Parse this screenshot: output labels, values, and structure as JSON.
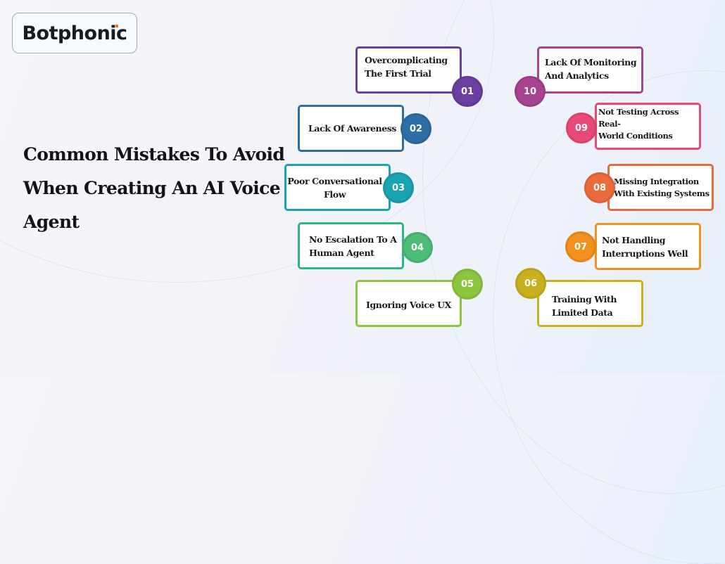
{
  "brand": {
    "logo_text": "Botphonic",
    "logo_accent_color": "#f07a1a"
  },
  "title": {
    "line1": "Common Mistakes To Avoid",
    "line2": "When Creating An AI Voice",
    "line3": "Agent"
  },
  "mistakes": [
    {
      "number": "01",
      "line1": "Overcomplicating",
      "line2": "The First Trial",
      "color": "#6a3fa0"
    },
    {
      "number": "02",
      "line1": "Lack Of Awareness",
      "line2": "",
      "color": "#2e6ea6"
    },
    {
      "number": "03",
      "line1": "Poor Conversational",
      "line2": "Flow",
      "color": "#1aa3b3"
    },
    {
      "number": "04",
      "line1": "No Escalation To A",
      "line2": "Human Agent",
      "color": "#2ab87f"
    },
    {
      "number": "05",
      "line1": "Ignoring Voice UX",
      "line2": "",
      "color": "#8cc63f"
    },
    {
      "number": "06",
      "line1": "Training With",
      "line2": "Limited Data",
      "color": "#c9b020"
    },
    {
      "number": "07",
      "line1": "Not Handling",
      "line2": "Interruptions Well",
      "color": "#f3901e"
    },
    {
      "number": "08",
      "line1": "Missing Integration",
      "line2": "With Existing Systems",
      "color": "#eb6a3c"
    },
    {
      "number": "09",
      "line1": "Not Testing Across Real-",
      "line2": "World Conditions",
      "color": "#e84a78"
    },
    {
      "number": "10",
      "line1": "Lack Of Monitoring",
      "line2": "And Analytics",
      "color": "#a8438f"
    }
  ]
}
